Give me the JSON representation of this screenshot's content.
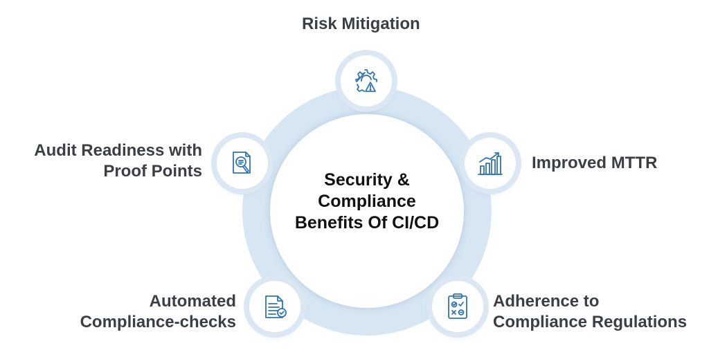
{
  "center": {
    "title": "Security &\nCompliance\nBenefits Of CI/CD"
  },
  "nodes": [
    {
      "label": "Risk Mitigation",
      "icon": "gear-warning-icon"
    },
    {
      "label": "Improved MTTR",
      "icon": "bar-chart-growth-icon"
    },
    {
      "label": "Adherence to\nCompliance Regulations",
      "icon": "clipboard-checklist-icon"
    },
    {
      "label": "Automated\nCompliance-checks",
      "icon": "document-check-icon"
    },
    {
      "label": "Audit Readiness with\nProof Points",
      "icon": "document-search-icon"
    }
  ],
  "colors": {
    "ring": "#d6e6f3",
    "icon_stroke": "#2f73b5",
    "label_text": "#3a3f45",
    "center_text": "#111111"
  }
}
